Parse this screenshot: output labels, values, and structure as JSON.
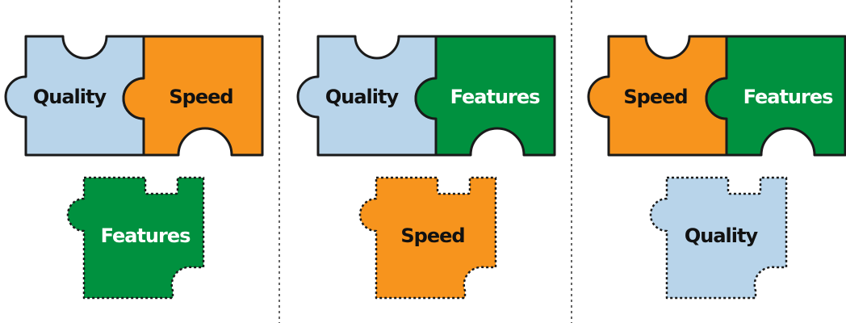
{
  "colors": {
    "quality": "#b8d4ea",
    "speed": "#f7941d",
    "features": "#00913f",
    "dark_text": "#111111",
    "light_text": "#ffffff",
    "outline": "#1a1a1a"
  },
  "panels": [
    {
      "left_piece": {
        "label": "Quality",
        "color_key": "quality",
        "text_color_key": "dark_text"
      },
      "right_piece": {
        "label": "Speed",
        "color_key": "speed",
        "text_color_key": "dark_text"
      },
      "loose_piece": {
        "label": "Features",
        "color_key": "features",
        "text_color_key": "light_text"
      }
    },
    {
      "left_piece": {
        "label": "Quality",
        "color_key": "quality",
        "text_color_key": "dark_text"
      },
      "right_piece": {
        "label": "Features",
        "color_key": "features",
        "text_color_key": "light_text"
      },
      "loose_piece": {
        "label": "Speed",
        "color_key": "speed",
        "text_color_key": "dark_text"
      }
    },
    {
      "left_piece": {
        "label": "Speed",
        "color_key": "speed",
        "text_color_key": "dark_text"
      },
      "right_piece": {
        "label": "Features",
        "color_key": "features",
        "text_color_key": "light_text"
      },
      "loose_piece": {
        "label": "Quality",
        "color_key": "quality",
        "text_color_key": "dark_text"
      }
    }
  ]
}
